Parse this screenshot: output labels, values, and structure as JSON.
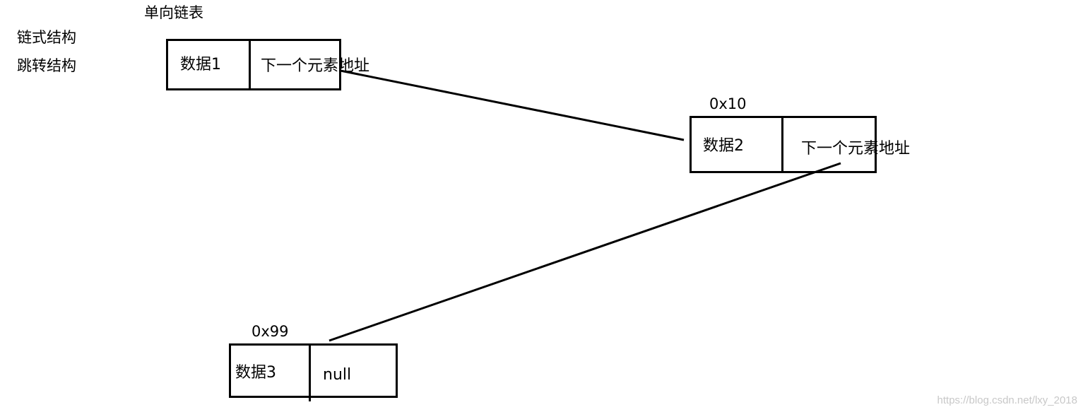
{
  "title": "单向链表",
  "labels": {
    "chain": "链式结构",
    "jump": "跳转结构"
  },
  "nodes": [
    {
      "address": "",
      "data": "数据1",
      "next": "下一个元素地址"
    },
    {
      "address": "0x10",
      "data": "数据2",
      "next": "下一个元素地址"
    },
    {
      "address": "0x99",
      "data": "数据3",
      "next": "null"
    }
  ],
  "watermark": "https://blog.csdn.net/lxy_2018"
}
